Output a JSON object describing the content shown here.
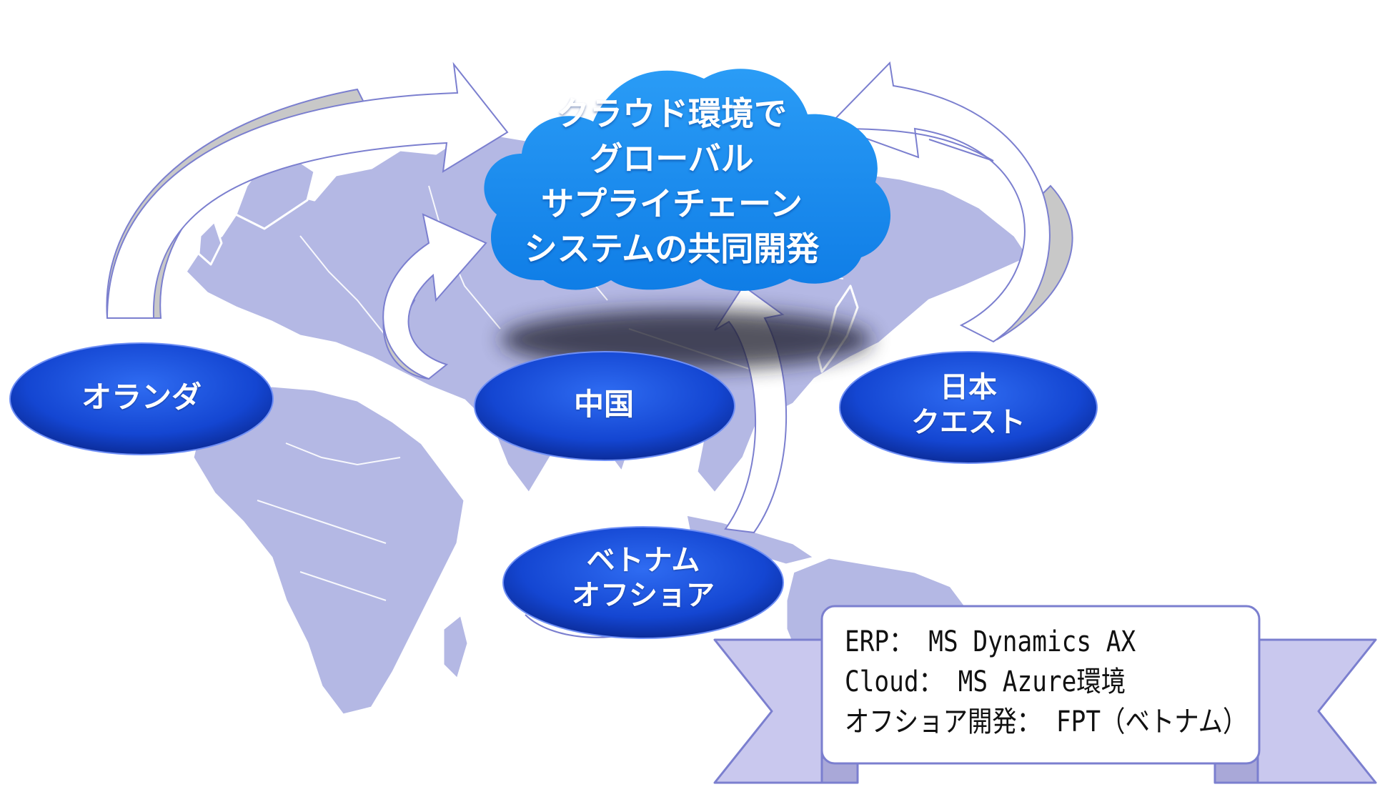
{
  "cloud": {
    "lines": [
      "クラウド環境で",
      "グローバル",
      "サプライチェーン",
      "システムの共同開発"
    ]
  },
  "nodes": {
    "netherlands": {
      "label": "オランダ"
    },
    "china": {
      "label": "中国"
    },
    "japan": {
      "line1": "日本",
      "line2": "クエスト"
    },
    "vietnam": {
      "line1": "ベトナム",
      "line2": "オフショア"
    }
  },
  "banner": {
    "lines": [
      "ERP： MS Dynamics AX",
      "Cloud： MS Azure環境",
      "オフショア開発： FPT（ベトナム）"
    ]
  },
  "colors": {
    "map_fill": "#b4b8e4",
    "map_stroke": "#ffffff",
    "cloud_fill": "#1f8ff0",
    "node_fill": "#1547d6",
    "arrow_fill": "#ffffff",
    "arrow_shadow": "#c8c8c8",
    "arrow_stroke": "#7b7fcf",
    "banner_fill": "#c9c8ee",
    "banner_stroke": "#7b7fcf"
  }
}
